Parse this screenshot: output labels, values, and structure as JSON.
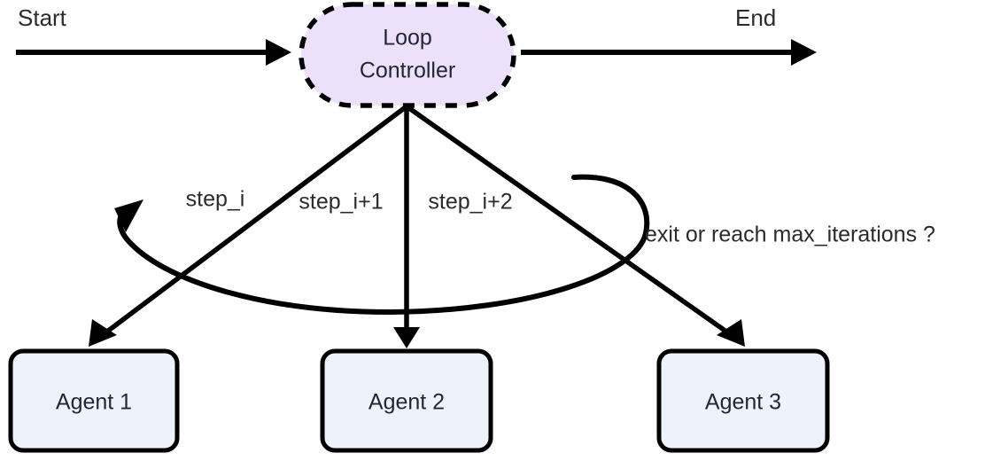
{
  "diagram": {
    "title_text": "",
    "background_color": "#ffffff",
    "endpoints": {
      "start_label": "Start",
      "end_label": "End"
    },
    "controller": {
      "line1": "Loop",
      "line2": "Controller",
      "fill_color": "#ece0fa",
      "border_color": "#000000",
      "border_style": "dashed"
    },
    "agents": [
      {
        "label": "Agent 1",
        "fill_color": "#eef2fb",
        "border_color": "#000000"
      },
      {
        "label": "Agent 2",
        "fill_color": "#eef2fb",
        "border_color": "#000000"
      },
      {
        "label": "Agent 3",
        "fill_color": "#eef2fb",
        "border_color": "#000000"
      }
    ],
    "step_labels": [
      "step_i",
      "step_i+1",
      "step_i+2"
    ],
    "loop_condition_label": "exit or reach max_iterations ?"
  }
}
